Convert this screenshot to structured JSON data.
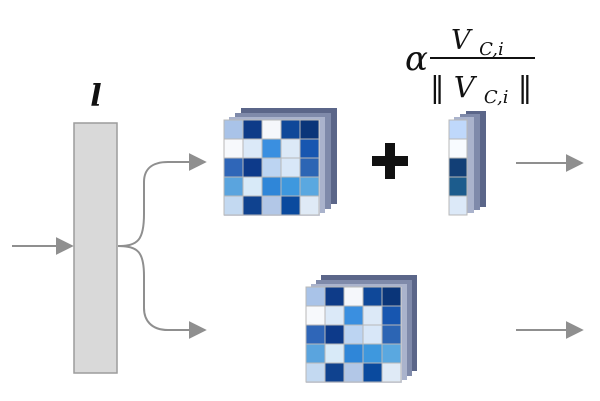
{
  "layer": {
    "label": "l"
  },
  "operator": {
    "symbol": "+"
  },
  "formula": {
    "coefficient": "α",
    "numerator_main": "V",
    "numerator_sub": "C,i",
    "denominator_open": "‖",
    "denominator_main": "V",
    "denominator_sub": "C,i",
    "denominator_close": "‖"
  },
  "colors": {
    "layer_fill": "#d9d9d9",
    "layer_stroke": "#9c9c9c",
    "arrow": "#8f8f8f",
    "grid_line": "#b8b8b8",
    "shadow_1": "#cfd5e5",
    "shadow_2": "#aab3cc",
    "shadow_3": "#7f8aaa",
    "shadow_4": "#5b6689",
    "plus": "#111111"
  },
  "matrix_top": [
    [
      "#a9c3e8",
      "#0e3b88",
      "#f5f7fb",
      "#0f4899",
      "#0a3579"
    ],
    [
      "#f7f9fc",
      "#dbe9f8",
      "#3a8fe0",
      "#dce9f7",
      "#1756b0"
    ],
    [
      "#2f66b8",
      "#0d3a8a",
      "#bcd4f2",
      "#d8e7f8",
      "#2c65b4"
    ],
    [
      "#5aa4de",
      "#d8eaf8",
      "#2f86d8",
      "#3e98de",
      "#5aa8e0"
    ],
    [
      "#c3d9f1",
      "#0f428f",
      "#b2c7e7",
      "#0a4a9e",
      "#dfeaf6"
    ]
  ],
  "matrix_bottom": [
    [
      "#a9c3e8",
      "#0e3b88",
      "#f5f7fb",
      "#0f4899",
      "#0a3579"
    ],
    [
      "#f7f9fc",
      "#dbe9f8",
      "#3a8fe0",
      "#dce9f7",
      "#1756b0"
    ],
    [
      "#2f66b8",
      "#0d3a8a",
      "#bcd4f2",
      "#d8e7f8",
      "#2c65b4"
    ],
    [
      "#5aa4de",
      "#d8eaf8",
      "#2f86d8",
      "#3e98de",
      "#5aa8e0"
    ],
    [
      "#c3d9f1",
      "#0f428f",
      "#b2c7e7",
      "#0a4a9e",
      "#dfeaf6"
    ]
  ],
  "vector": [
    "#bfd8fb",
    "#f8fbff",
    "#123f76",
    "#1c5c8d",
    "#dce9f8"
  ]
}
